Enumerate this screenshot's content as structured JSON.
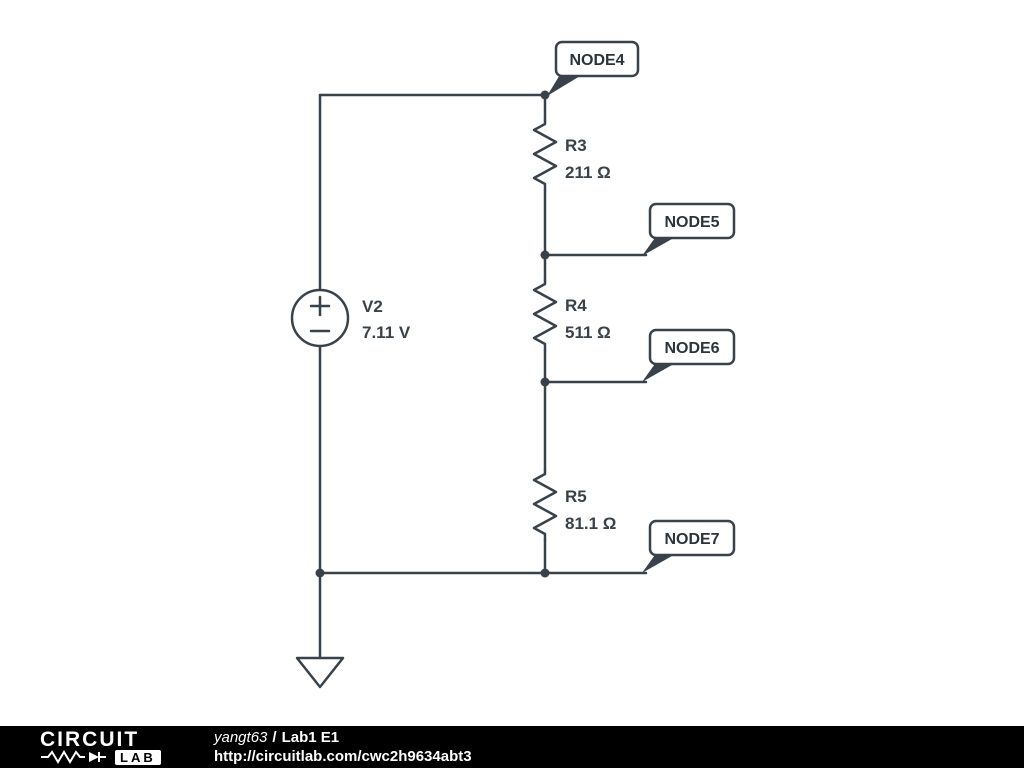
{
  "circuit": {
    "voltage_source": {
      "ref": "V2",
      "value": "7.11 V"
    },
    "resistors": [
      {
        "ref": "R3",
        "value": "211 Ω"
      },
      {
        "ref": "R4",
        "value": "511 Ω"
      },
      {
        "ref": "R5",
        "value": "81.1 Ω"
      }
    ],
    "nodes": [
      {
        "label": "NODE4"
      },
      {
        "label": "NODE5"
      },
      {
        "label": "NODE6"
      },
      {
        "label": "NODE7"
      }
    ],
    "colors": {
      "wire": "#39424a",
      "symbol_fill": "#ffffff",
      "background": "#ffffff"
    }
  },
  "footer": {
    "background": "#000000",
    "logo_line1": "CIRCUIT",
    "logo_line2": "LAB",
    "author": "yangt63",
    "separator": "/",
    "title": "Lab1 E1",
    "url": "http://circuitlab.com/cwc2h9634abt3"
  }
}
